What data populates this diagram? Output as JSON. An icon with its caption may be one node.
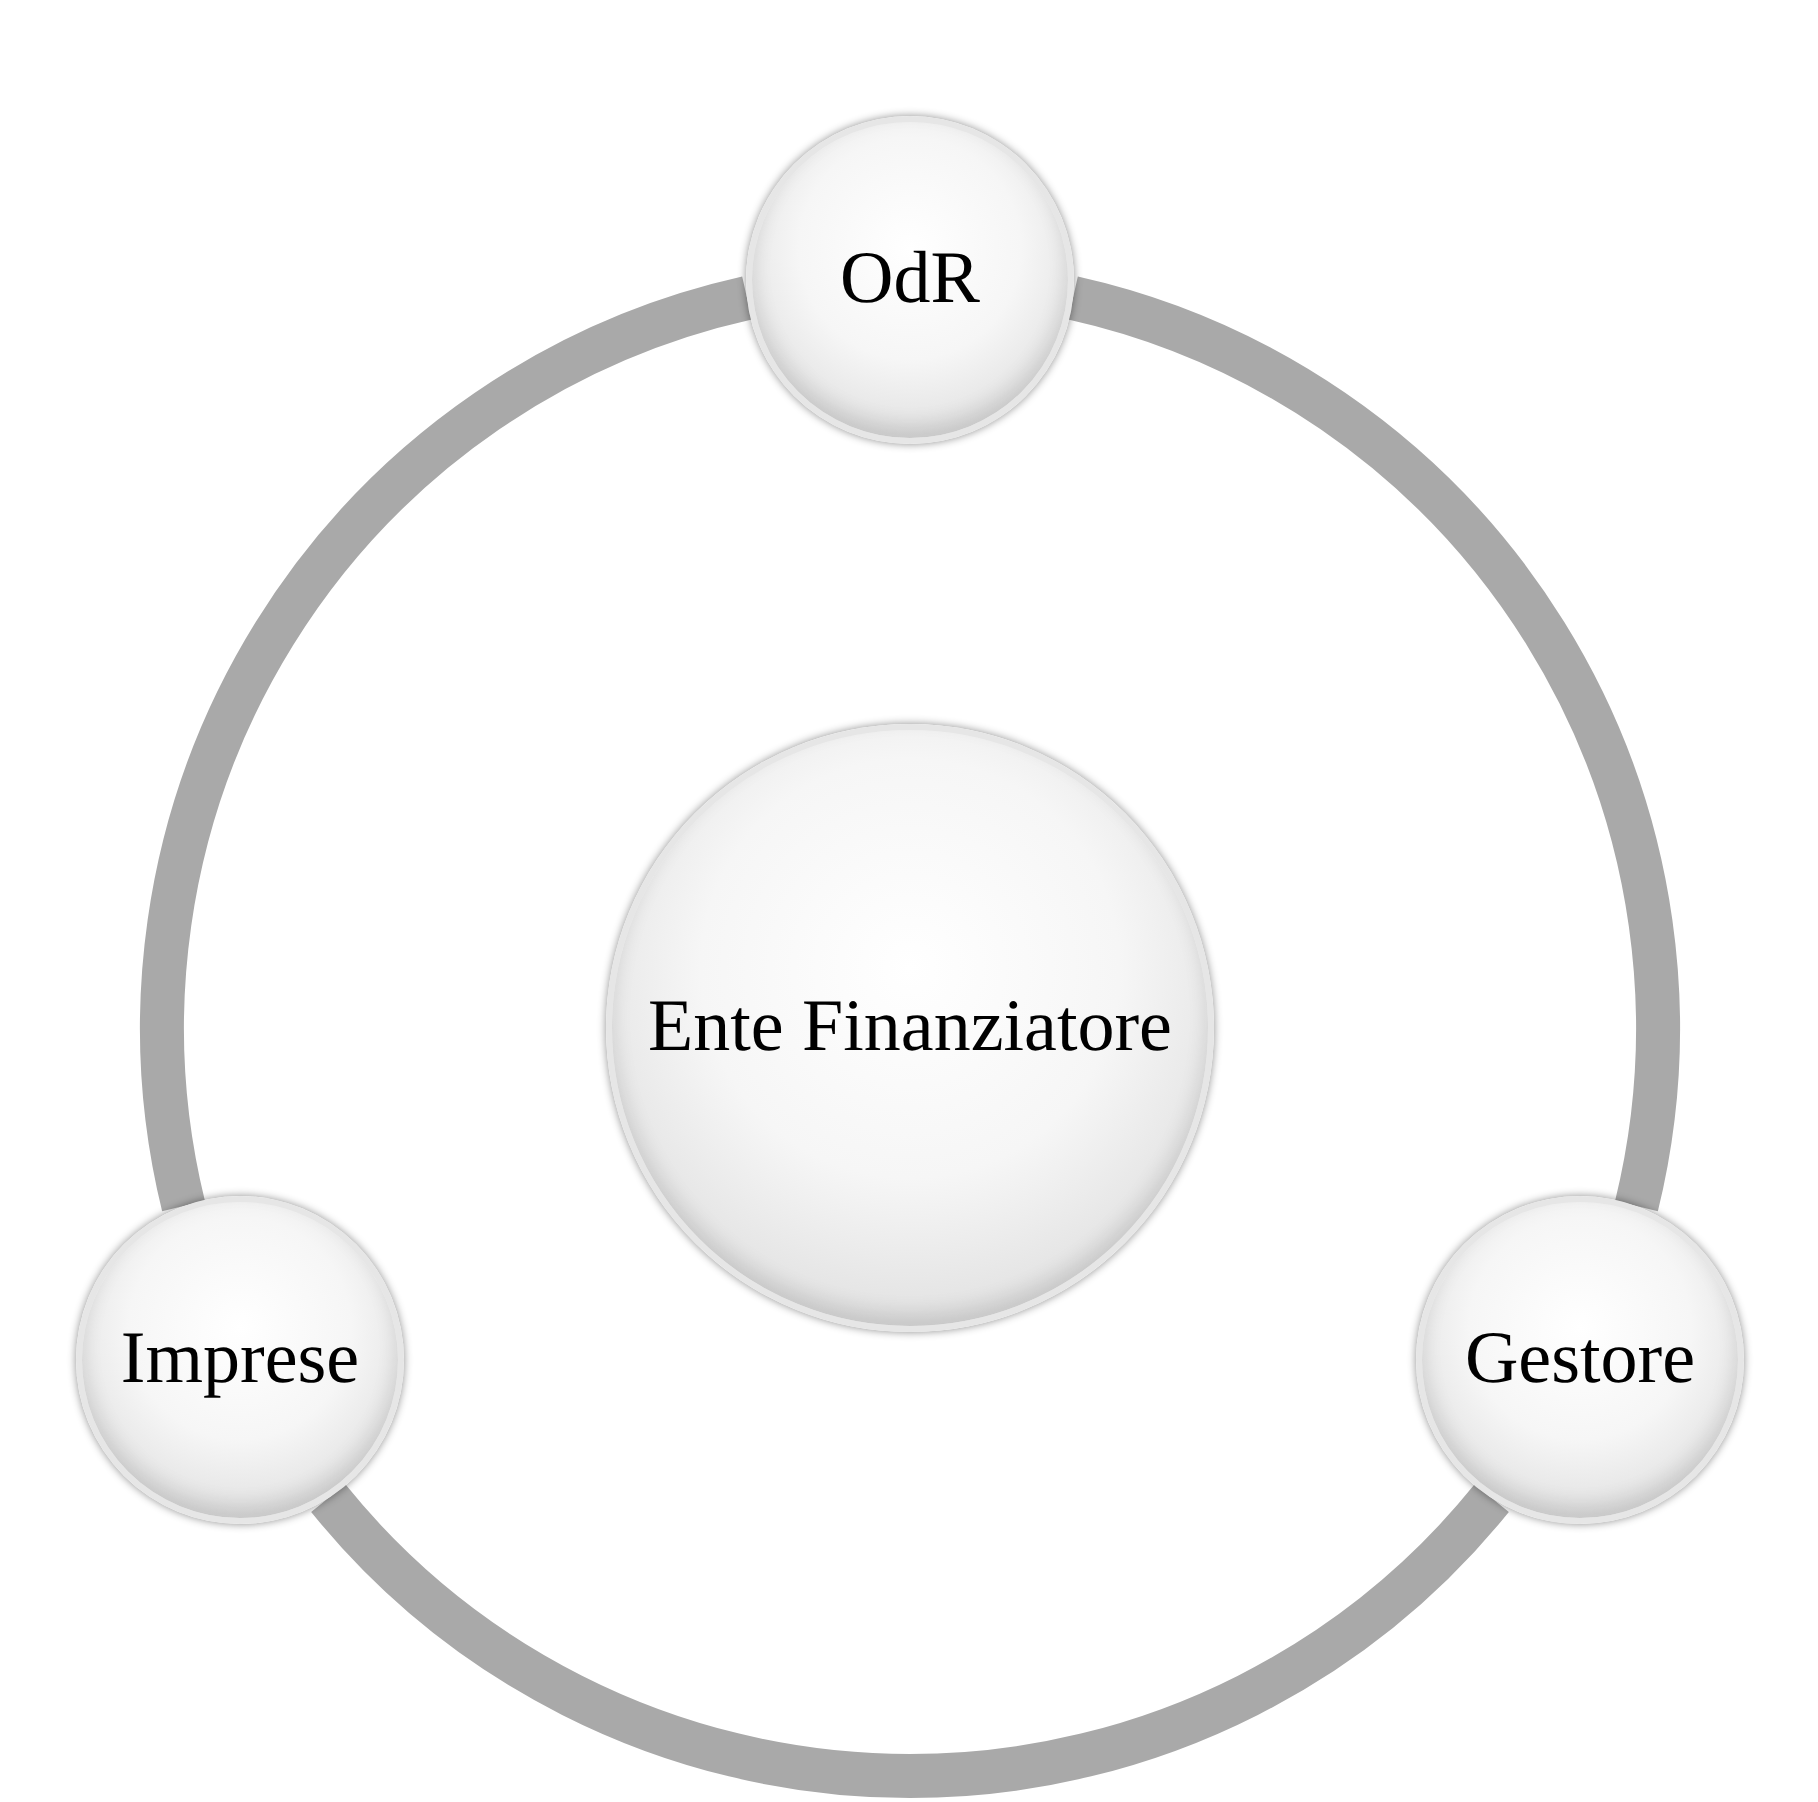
{
  "diagram": {
    "nodes": [
      {
        "text": [
          "OdR"
        ]
      },
      {
        "text": [
          "Ente Finanziatore"
        ]
      },
      {
        "text": [
          "Imprese"
        ]
      },
      {
        "text": [
          "Gestore"
        ]
      }
    ],
    "edges": [
      {
        "from": 0,
        "to": 3,
        "arrow": "none"
      },
      {
        "from": 3,
        "to": 2,
        "arrow": "none"
      },
      {
        "from": 2,
        "to": 0,
        "arrow": "none"
      }
    ]
  }
}
